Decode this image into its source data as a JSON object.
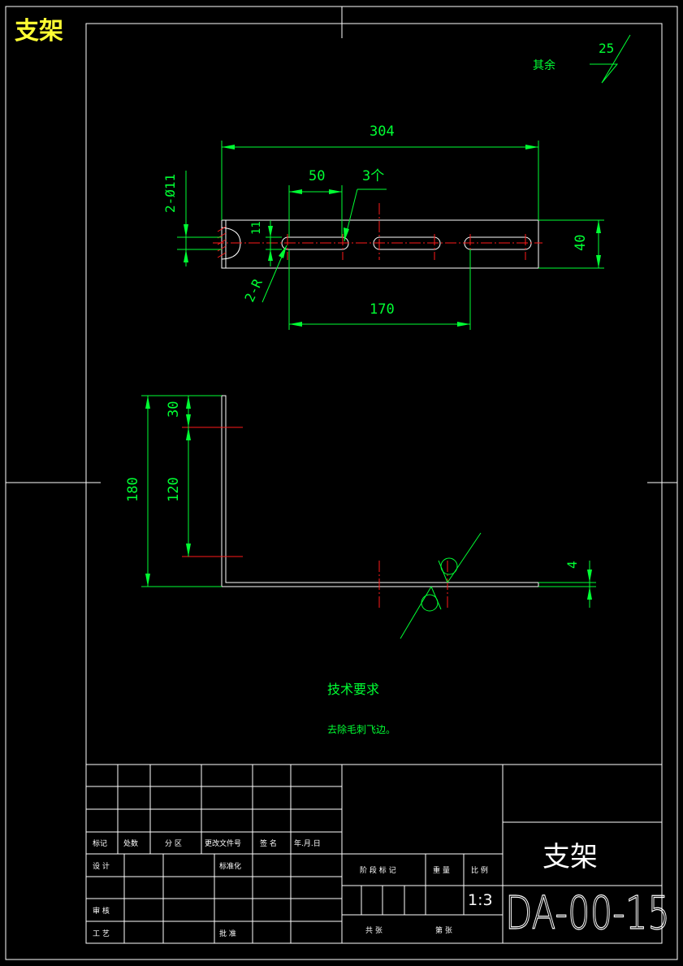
{
  "title": "支架",
  "roughness": {
    "label": "其余",
    "value": "25"
  },
  "dims": {
    "d304": "304",
    "d50": "50",
    "d3": "3个",
    "d2phi": "2-Ø11",
    "d11": "11",
    "d40": "40",
    "d2r": "2-R",
    "d170": "170",
    "d30": "30",
    "d120": "120",
    "d180": "180",
    "d4": "4"
  },
  "tech": {
    "heading": "技术要求",
    "note": "去除毛刺飞边。"
  },
  "titleblock": {
    "row_labels": [
      "标记",
      "处数",
      "分 区",
      "更改文件号",
      "签 名",
      "年.月.日"
    ],
    "design": "设 计",
    "standard": "标准化",
    "review": "审 核",
    "craft": "工 艺",
    "approve": "批 准",
    "stage_mark": "阶 段 标 记",
    "weight": "重 量",
    "scale_label": "比 例",
    "scale": "1:3",
    "sheets_total": "共    张",
    "sheet_no": "第    张",
    "part_name": "支架",
    "drawing_no": "DA-00-15"
  }
}
